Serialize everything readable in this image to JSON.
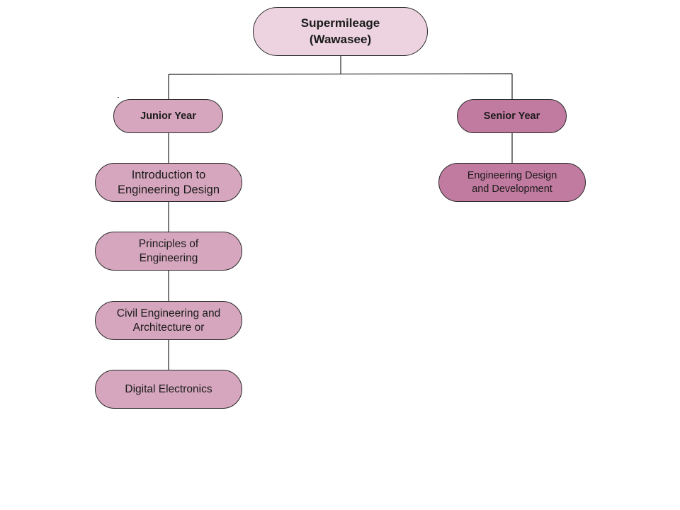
{
  "diagram": {
    "type": "org-chart",
    "colors": {
      "root_fill": "#ecd3df",
      "junior_fill": "#d5a6bd",
      "senior_fill": "#c27ba0",
      "stroke": "#222222"
    },
    "root": {
      "line1": "Supermileage",
      "line2": "(Wawasee)"
    },
    "branches": [
      {
        "label": "Junior Year",
        "courses": [
          {
            "line1": "Introduction to",
            "line2": "Engineering Design"
          },
          {
            "line1": "Principles of",
            "line2": "Engineering"
          },
          {
            "line1": "Civil Engineering and",
            "line2": "Architecture or"
          },
          {
            "line1": "Digital Electronics",
            "line2": ""
          }
        ]
      },
      {
        "label": "Senior Year",
        "courses": [
          {
            "line1": "Engineering Design",
            "line2": "and Development"
          }
        ]
      }
    ]
  }
}
